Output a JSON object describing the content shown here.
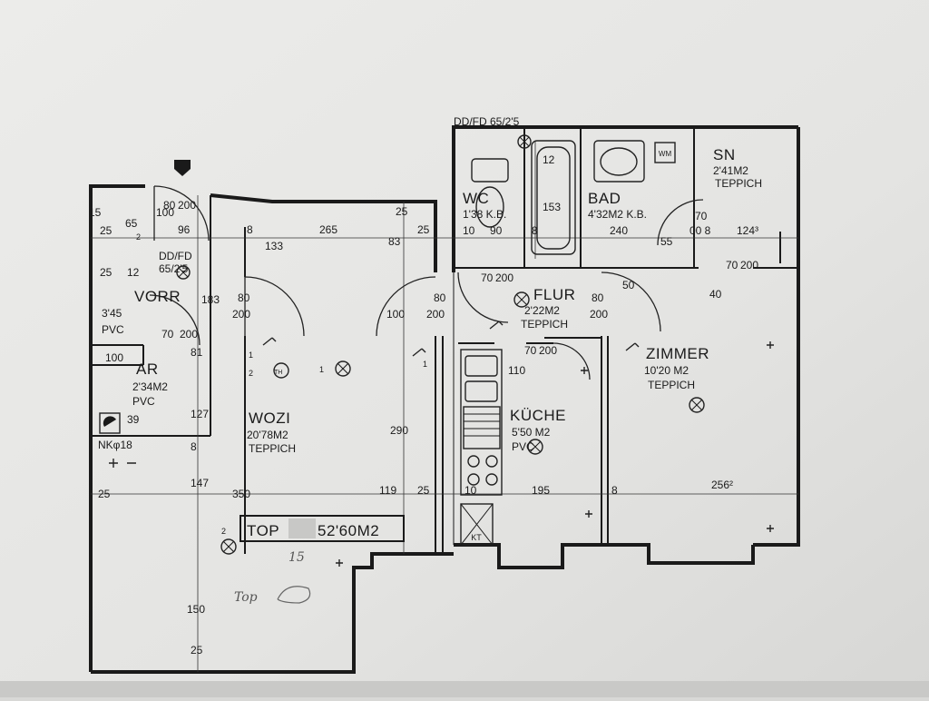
{
  "rooms": {
    "vorr": {
      "name": "VORR",
      "area": "3'45",
      "floor": "PVC"
    },
    "ar": {
      "name": "AR",
      "area": "2'34M2",
      "floor": "PVC"
    },
    "wozi": {
      "name": "WOZI",
      "area": "20'78M2",
      "floor": "TEPPICH"
    },
    "wc": {
      "name": "WC",
      "area": "1'38 K.B."
    },
    "bad": {
      "name": "BAD",
      "area": "4'32M2 K.B."
    },
    "sn": {
      "name": "SN",
      "area": "2'41M2",
      "floor": "TEPPICH"
    },
    "flur": {
      "name": "FLUR",
      "area": "2'22M2",
      "floor": "TEPPICH"
    },
    "kueche": {
      "name": "KÜCHE",
      "area": "5'50 M2",
      "floor": "PVC"
    },
    "zimmer": {
      "name": "ZIMMER",
      "area": "10'20 M2",
      "floor": "TEPPICH"
    }
  },
  "total": {
    "label": "TOP",
    "value": "52'60M2"
  },
  "entry": {
    "door_label": "DD/FD",
    "door_value": "65/2'5"
  },
  "top_label": "DD/FD 65/2'5",
  "symbols": {
    "wm": "WM",
    "kt": "KT",
    "th": "TH",
    "nk": "NKφ18"
  },
  "handwriting": {
    "text": "Top",
    "number": "15"
  },
  "dimensions": {
    "d265": "265",
    "d25a": "25",
    "d25b": "25",
    "d83": "83",
    "d133": "133",
    "d8a": "8",
    "d10": "10",
    "d90": "90",
    "d8b": "8",
    "d240": "240",
    "d55": "55",
    "d70a": "70",
    "d00_8": "00 8",
    "d124": "124³",
    "d153": "153",
    "d12": "12",
    "d80a": "80",
    "d200a": "200",
    "d80b": "80",
    "d200b": "200",
    "d80c": "80",
    "d200c": "200",
    "d80d": "80",
    "d200d": "200",
    "d70b": "70",
    "d200e": "200",
    "d50": "50",
    "d70c": "70",
    "d200f": "200",
    "d40": "40",
    "d70d": "70",
    "d200g": "200",
    "d100a": "100",
    "d183": "183",
    "d100b": "100",
    "d70e": "70",
    "d200h": "200",
    "d96": "96",
    "d100c": "100",
    "d80e": "80",
    "d200i": "200",
    "d25c": "25",
    "d65": "65",
    "d15": "15",
    "d25d": "25",
    "d12b": "12",
    "d81": "81",
    "d127": "127",
    "d39": "39",
    "d8c": "8",
    "d147": "147",
    "d25e": "25",
    "d350": "350",
    "d119": "119",
    "d25f": "25",
    "d10b": "10",
    "d195": "195",
    "d8d": "8",
    "d256": "256²",
    "d290": "290",
    "d110": "110",
    "d150": "150",
    "d25g": "25",
    "d1a": "1",
    "d2a": "2",
    "d1b": "1",
    "d2b": "2",
    "d1c": "1",
    "d2c": "2"
  }
}
